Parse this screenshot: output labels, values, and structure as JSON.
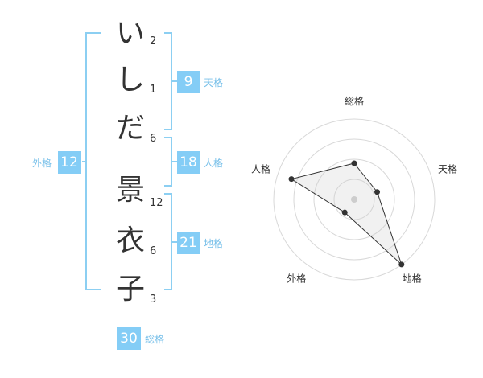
{
  "name": {
    "chars": [
      {
        "char": "い",
        "strokes": "2"
      },
      {
        "char": "し",
        "strokes": "1"
      },
      {
        "char": "だ",
        "strokes": "6"
      },
      {
        "char": "景",
        "strokes": "12"
      },
      {
        "char": "衣",
        "strokes": "6"
      },
      {
        "char": "子",
        "strokes": "3"
      }
    ]
  },
  "fortune": {
    "tenkaku": {
      "value": "9",
      "label": "天格"
    },
    "jinkaku": {
      "value": "18",
      "label": "人格"
    },
    "chikaku": {
      "value": "21",
      "label": "地格"
    },
    "gaikaku": {
      "value": "12",
      "label": "外格"
    },
    "soukaku": {
      "value": "30",
      "label": "総格"
    }
  },
  "colors": {
    "accent": "#84cdf6",
    "accent_text": "#76bfe9",
    "bracket": "#8ccff2",
    "text": "#333333"
  },
  "chart_data": {
    "type": "radar",
    "axes": [
      "総格",
      "天格",
      "地格",
      "外格",
      "人格"
    ],
    "values": [
      0.45,
      0.3,
      1.0,
      0.2,
      0.82
    ],
    "range": [
      0,
      1
    ],
    "rings": 4
  }
}
